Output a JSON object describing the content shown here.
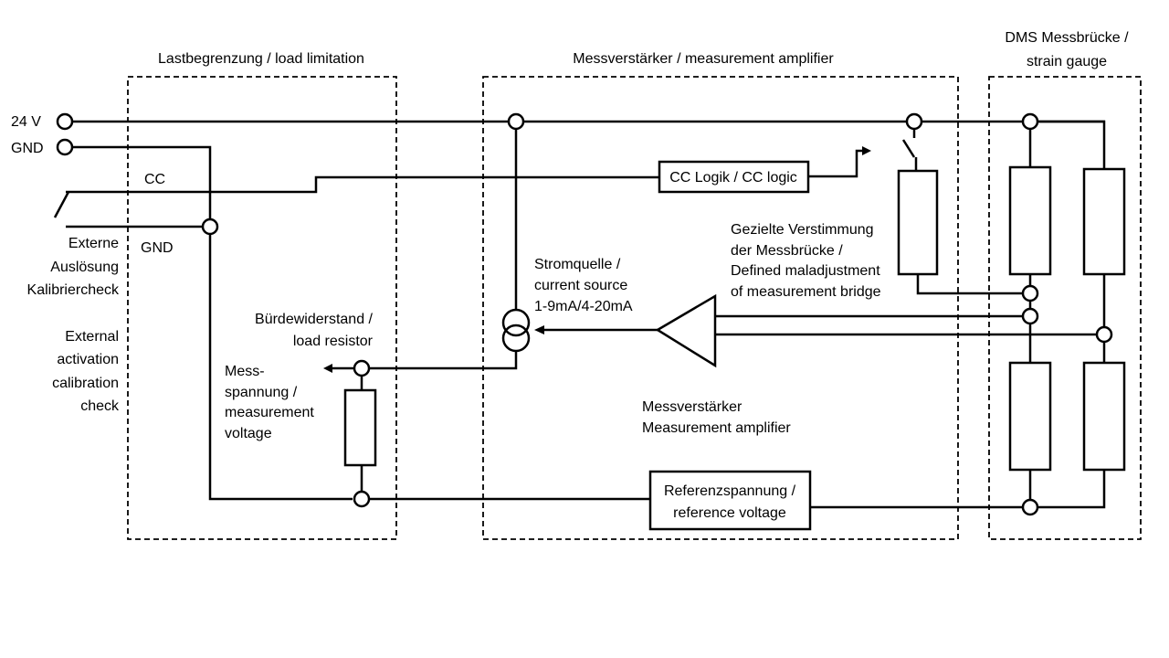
{
  "sections": {
    "load_limitation": "Lastbegrenzung  / load limitation",
    "amplifier": "Messverstärker  / measurement  amplifier",
    "strain_gauge_line1": "DMS Messbrücke  /",
    "strain_gauge_line2": "strain gauge"
  },
  "terminals": {
    "v24": "24 V",
    "gnd": "GND"
  },
  "wires": {
    "cc": "CC",
    "gnd": "GND"
  },
  "external_label": [
    "Externe",
    "Auslösung",
    "Kalibriercheck",
    "",
    "External",
    "activation",
    "calibration",
    "check"
  ],
  "burden_label": [
    "Bürdewiderstand /",
    "load resistor"
  ],
  "measurement_voltage_label": [
    "Mess-",
    "spannung /",
    "measurement",
    "voltage"
  ],
  "current_source_label": [
    "Stromquelle /",
    "current source",
    "1-9mA/4-20mA"
  ],
  "amplifier_label": [
    "Messverstärker",
    "Measurement amplifier"
  ],
  "maladjustment_label": [
    "Gezielte Verstimmung",
    "der Messbrücke /",
    "Defined maladjustment",
    "of measurement bridge"
  ],
  "cc_logic_box": "CC Logik / CC logic",
  "reference_box": [
    "Referenzspannung /",
    "reference voltage"
  ]
}
